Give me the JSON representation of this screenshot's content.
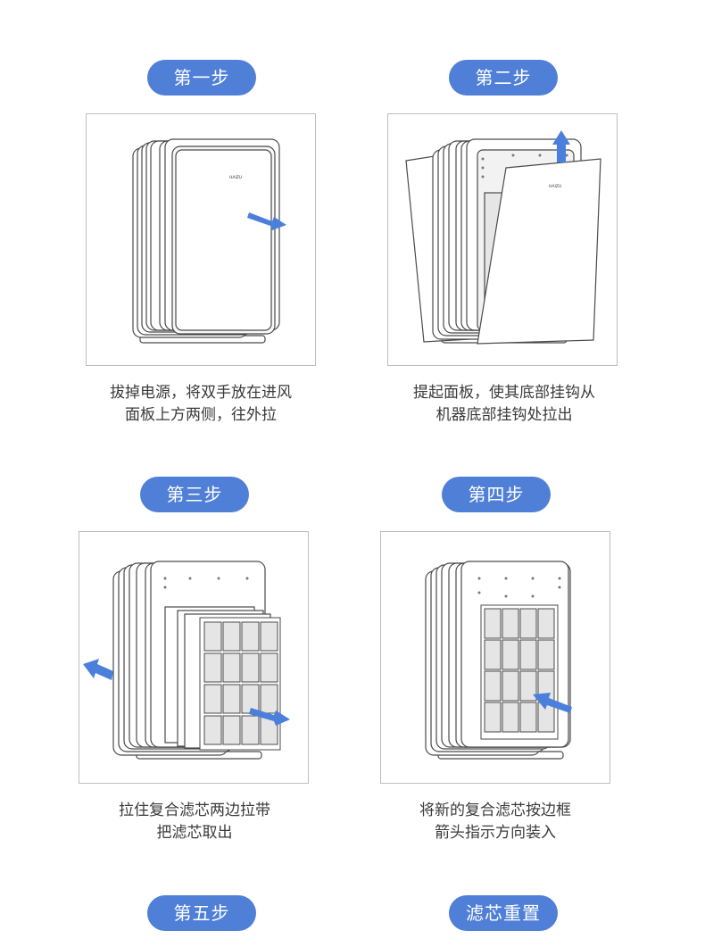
{
  "steps": [
    {
      "label": "第一步",
      "caption": [
        "拔掉电源，将双手放在进风",
        "面板上方两侧，往外拉"
      ],
      "brand": "HAIZU"
    },
    {
      "label": "第二步",
      "caption": [
        "提起面板，使其底部挂钩从",
        "机器底部挂钩处拉出"
      ],
      "brand": "HAIZU"
    },
    {
      "label": "第三步",
      "caption": [
        "拉住复合滤芯两边拉带",
        "把滤芯取出"
      ]
    },
    {
      "label": "第四步",
      "caption": [
        "将新的复合滤芯按边框",
        "箭头指示方向装入"
      ]
    },
    {
      "label": "第五步"
    },
    {
      "label": "滤芯重置"
    }
  ],
  "colors": {
    "accent": "#4f7fd6",
    "arrow": "#4a7fdb",
    "line": "#4a4a4a"
  }
}
